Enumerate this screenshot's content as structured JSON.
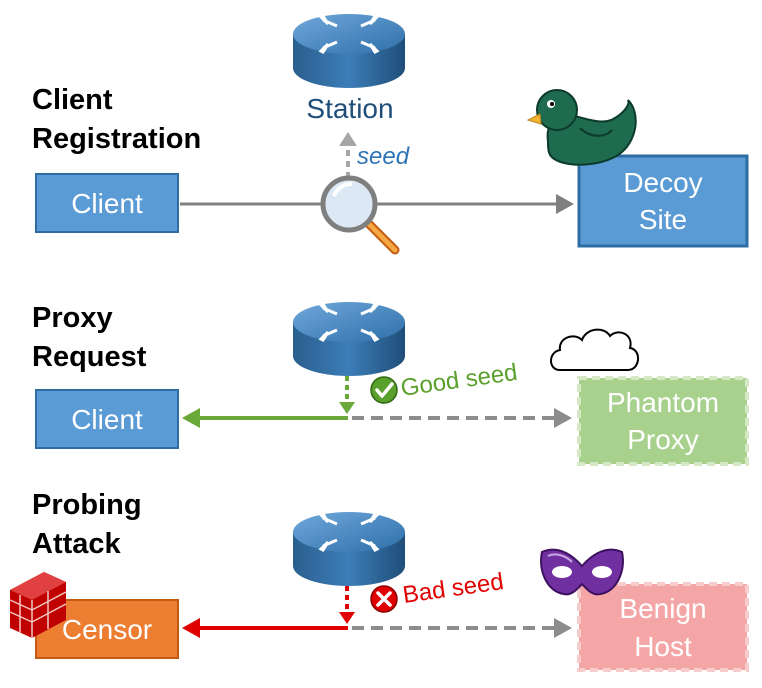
{
  "sections": {
    "registration": {
      "title_line1": "Client",
      "title_line2": "Registration"
    },
    "proxy": {
      "title_line1": "Proxy",
      "title_line2": "Request"
    },
    "probing": {
      "title_line1": "Probing",
      "title_line2": "Attack"
    }
  },
  "registration": {
    "client_label": "Client",
    "station_label": "Station",
    "seed_label": "seed",
    "decoy_line1": "Decoy",
    "decoy_line2": "Site"
  },
  "proxy": {
    "client_label": "Client",
    "seed_label": "Good seed",
    "phantom_line1": "Phantom",
    "phantom_line2": "Proxy"
  },
  "probing": {
    "censor_label": "Censor",
    "seed_label": "Bad seed",
    "benign_line1": "Benign",
    "benign_line2": "Host"
  },
  "icons": [
    "router-icon",
    "magnifier-icon",
    "duck-icon",
    "cloud-icon",
    "check-icon",
    "cross-icon",
    "firewall-icon",
    "mask-icon"
  ],
  "colors": {
    "client_box": "#5b9bd5",
    "good": "#6aa83a",
    "bad": "#e00000",
    "phantom_box": "#a9d18e",
    "benign_box": "#f4a6a6",
    "censor_box": "#ed7d31"
  }
}
